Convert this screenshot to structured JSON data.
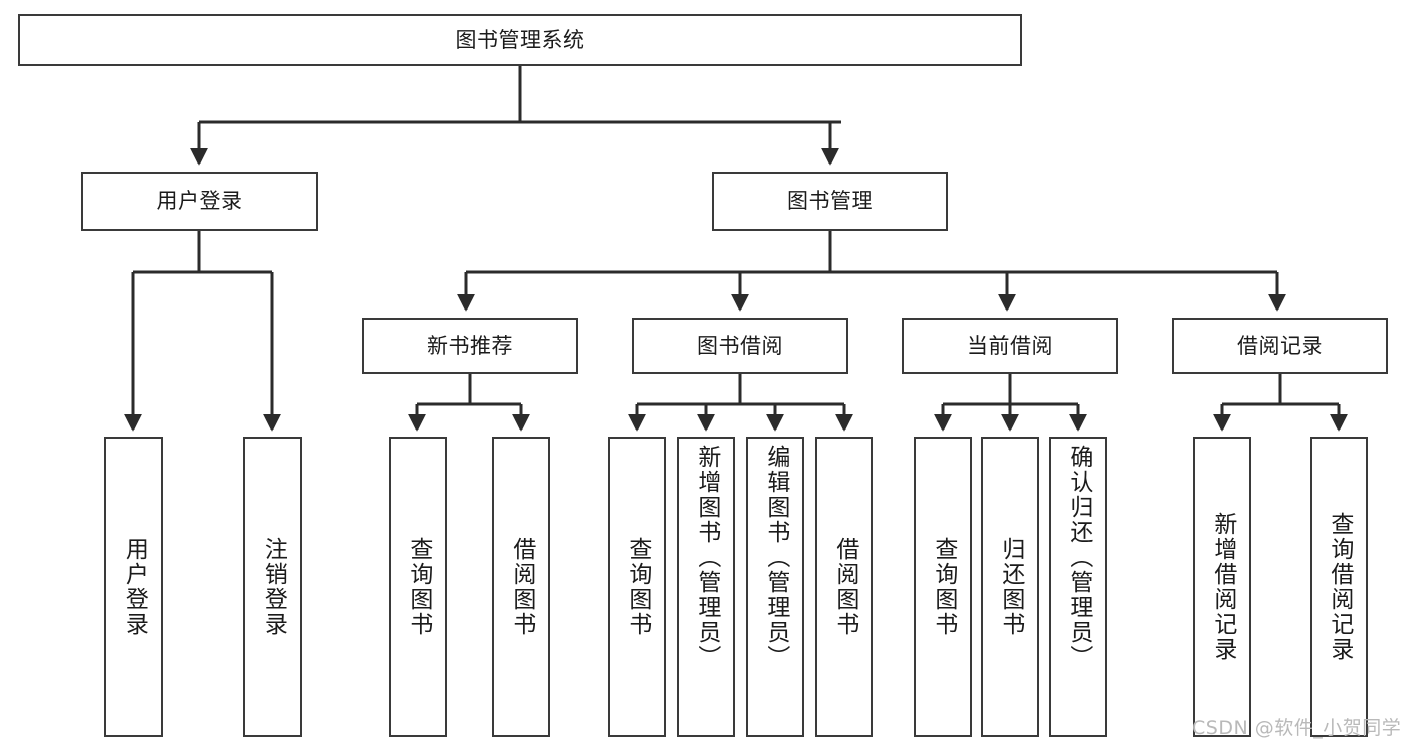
{
  "diagram": {
    "title": "图书管理系统",
    "watermark": "CSDN @软件_小贺同学",
    "colors": {
      "box_border": "#3a3a3a",
      "box_fill": "#ffffff",
      "edge": "#2b2b2b",
      "text": "#1b1b1b",
      "watermark": "#b9b9b9",
      "background": "#ffffff"
    },
    "nodes": {
      "root": {
        "label": "图书管理系统"
      },
      "level2": [
        {
          "label": "用户登录"
        },
        {
          "label": "图书管理"
        }
      ],
      "level3": [
        {
          "label": "新书推荐"
        },
        {
          "label": "图书借阅"
        },
        {
          "label": "当前借阅"
        },
        {
          "label": "借阅记录"
        }
      ],
      "leaves": [
        {
          "label": "用户登录"
        },
        {
          "label": "注销登录"
        },
        {
          "label": "查询图书"
        },
        {
          "label": "借阅图书"
        },
        {
          "label": "查询图书"
        },
        {
          "label": "新增图书（管理员）"
        },
        {
          "label": "编辑图书（管理员）"
        },
        {
          "label": "借阅图书"
        },
        {
          "label": "查询图书"
        },
        {
          "label": "归还图书"
        },
        {
          "label": "确认归还（管理员）"
        },
        {
          "label": "新增借阅记录"
        },
        {
          "label": "查询借阅记录"
        }
      ]
    }
  }
}
